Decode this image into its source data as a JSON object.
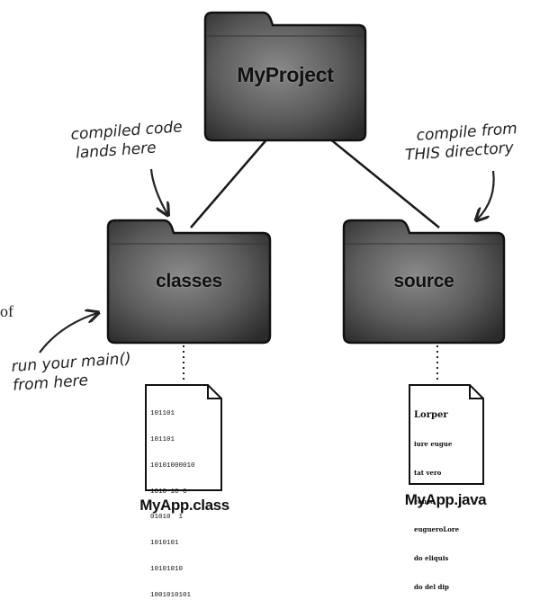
{
  "folders": {
    "root": "MyProject",
    "classes": "classes",
    "source": "source"
  },
  "notes": {
    "compiled_lines": [
      "compiled code",
      "lands here"
    ],
    "compile_lines": [
      "compile from",
      "THIS directory"
    ],
    "run_lines": [
      "run your main()",
      "from here"
    ]
  },
  "files": {
    "class_file": {
      "name": "MyApp.class",
      "lines": [
        "101101",
        "101101",
        "10101000010",
        "1010 10 0",
        "01010  1",
        "1010101",
        "10101010",
        "1001010101"
      ]
    },
    "java_file": {
      "name": "MyApp.java",
      "lines": [
        "Lorper",
        "iure eugue",
        "tat vero",
        "conse",
        "eugueroLore",
        "do eliquis",
        "do del dip"
      ]
    }
  },
  "stray_text": "of",
  "colors": {
    "folder": "#5a5a5a",
    "ink": "#222222"
  }
}
